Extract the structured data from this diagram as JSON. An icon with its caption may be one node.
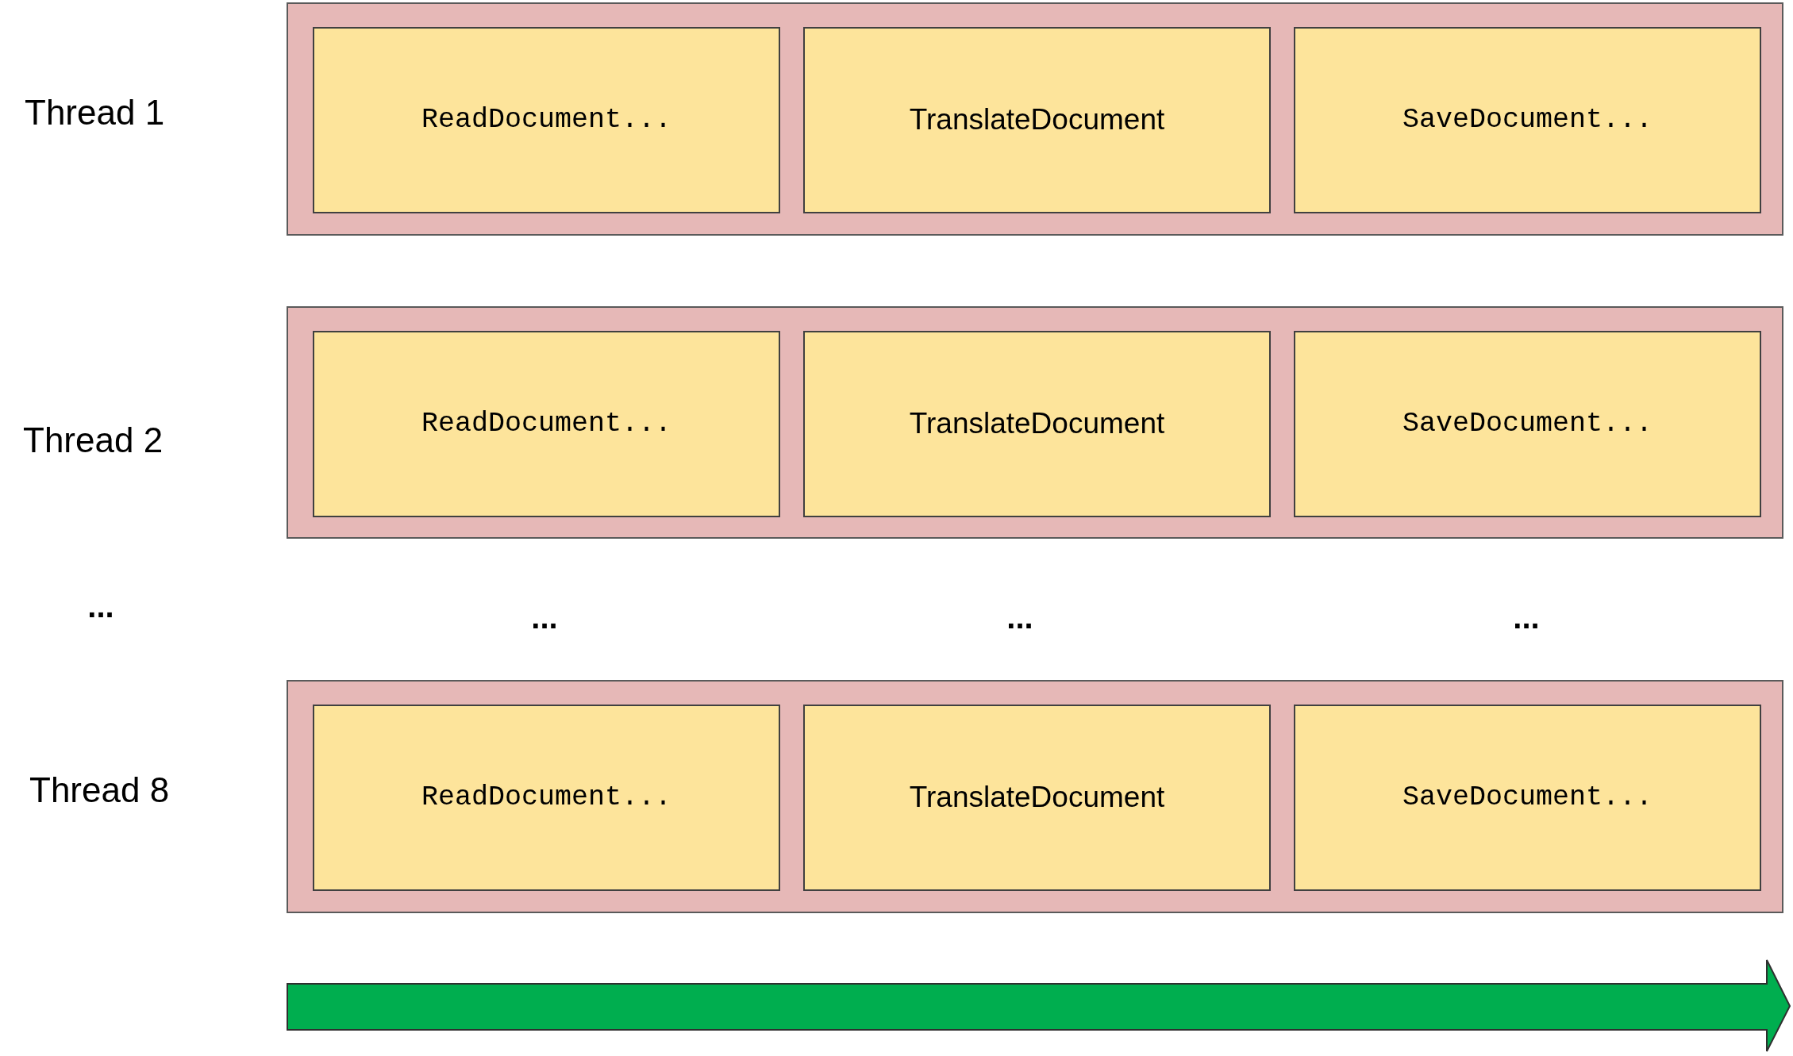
{
  "diagram": {
    "nodes": [
      {
        "text": [
          "Thread 1"
        ]
      },
      {
        "text": [
          "ReadDocument..."
        ],
        "in": 0
      },
      {
        "text": [
          "TranslateDocument"
        ],
        "in": 0
      },
      {
        "text": [
          "SaveDocument..."
        ],
        "in": 0
      },
      {
        "text": [
          "Thread 2"
        ]
      },
      {
        "text": [
          "ReadDocument..."
        ],
        "in": 4
      },
      {
        "text": [
          "TranslateDocument"
        ],
        "in": 4
      },
      {
        "text": [
          "SaveDocument..."
        ],
        "in": 4
      },
      {
        "text": [
          "Thread 8"
        ]
      },
      {
        "text": [
          "ReadDocument..."
        ],
        "in": 8
      },
      {
        "text": [
          "TranslateDocument"
        ],
        "in": 8
      },
      {
        "text": [
          "SaveDocument..."
        ],
        "in": 8
      }
    ],
    "labels": [
      "...",
      "...",
      "...",
      "..."
    ]
  }
}
